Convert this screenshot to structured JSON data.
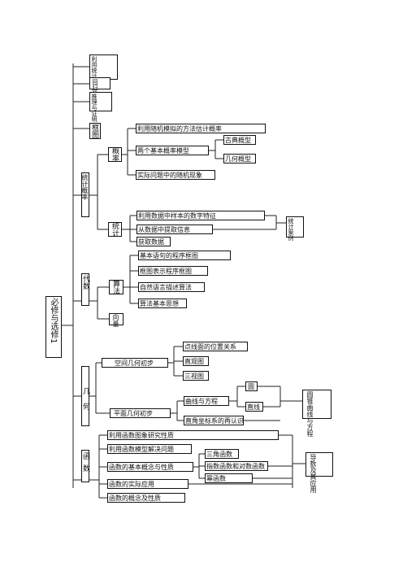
{
  "root": "必修与选修1",
  "n_yyfx": "利用统计量估计总体",
  "n_yt": "回归分析",
  "n_zm": "推理与证明",
  "n_kx": "框图",
  "n_tjgl": "统计概率",
  "n_gl": "概率",
  "n_gl_1": "利用随机模拟的方法估计概率",
  "n_gl_2": "两个基本概率模型",
  "n_gl_2a": "古典概型",
  "n_gl_2b": "几何概型",
  "n_gl_3": "实际问题中的随机现象",
  "n_tj": "统计",
  "n_tj_1": "利用数据中样本的数字特征",
  "n_tj_2": "从数据中提取信息",
  "n_tj_3": "获取数据",
  "n_tjal": "统计案例",
  "n_ds": "代数",
  "n_sf": "算法",
  "n_sf_1": "基本语句的程序框图",
  "n_sf_2": "框图表示程序框图",
  "n_sf_3": "自然语言描述算法",
  "n_sf_4": "算法基本思想",
  "n_xl": "向量",
  "n_jh": "几何",
  "n_kjjh": "空间几何初步",
  "n_kj_1": "点线面的位置关系",
  "n_kj_2": "直观图",
  "n_kj_3": "三视图",
  "n_pmjh": "平面几何初步",
  "n_pm_1": "曲线与方程",
  "n_pm_1a": "圆",
  "n_pm_1b": "直线",
  "n_pm_2": "直角坐标系的再认识",
  "n_qxfc": "圆锥曲线与方程",
  "n_hs": "函数",
  "n_hs_1": "利用函数图象研究性质",
  "n_hs_2": "利用函数模型解决问题",
  "n_hs_3": "函数的基本概念与性质",
  "n_hs_3a": "三角函数",
  "n_hs_3b": "指数函数和对数函数",
  "n_hs_3c": "幂函数",
  "n_hs_4": "函数的实际应用",
  "n_hs_5": "函数的概念及性质",
  "n_dsjyy": "导数及其应用"
}
